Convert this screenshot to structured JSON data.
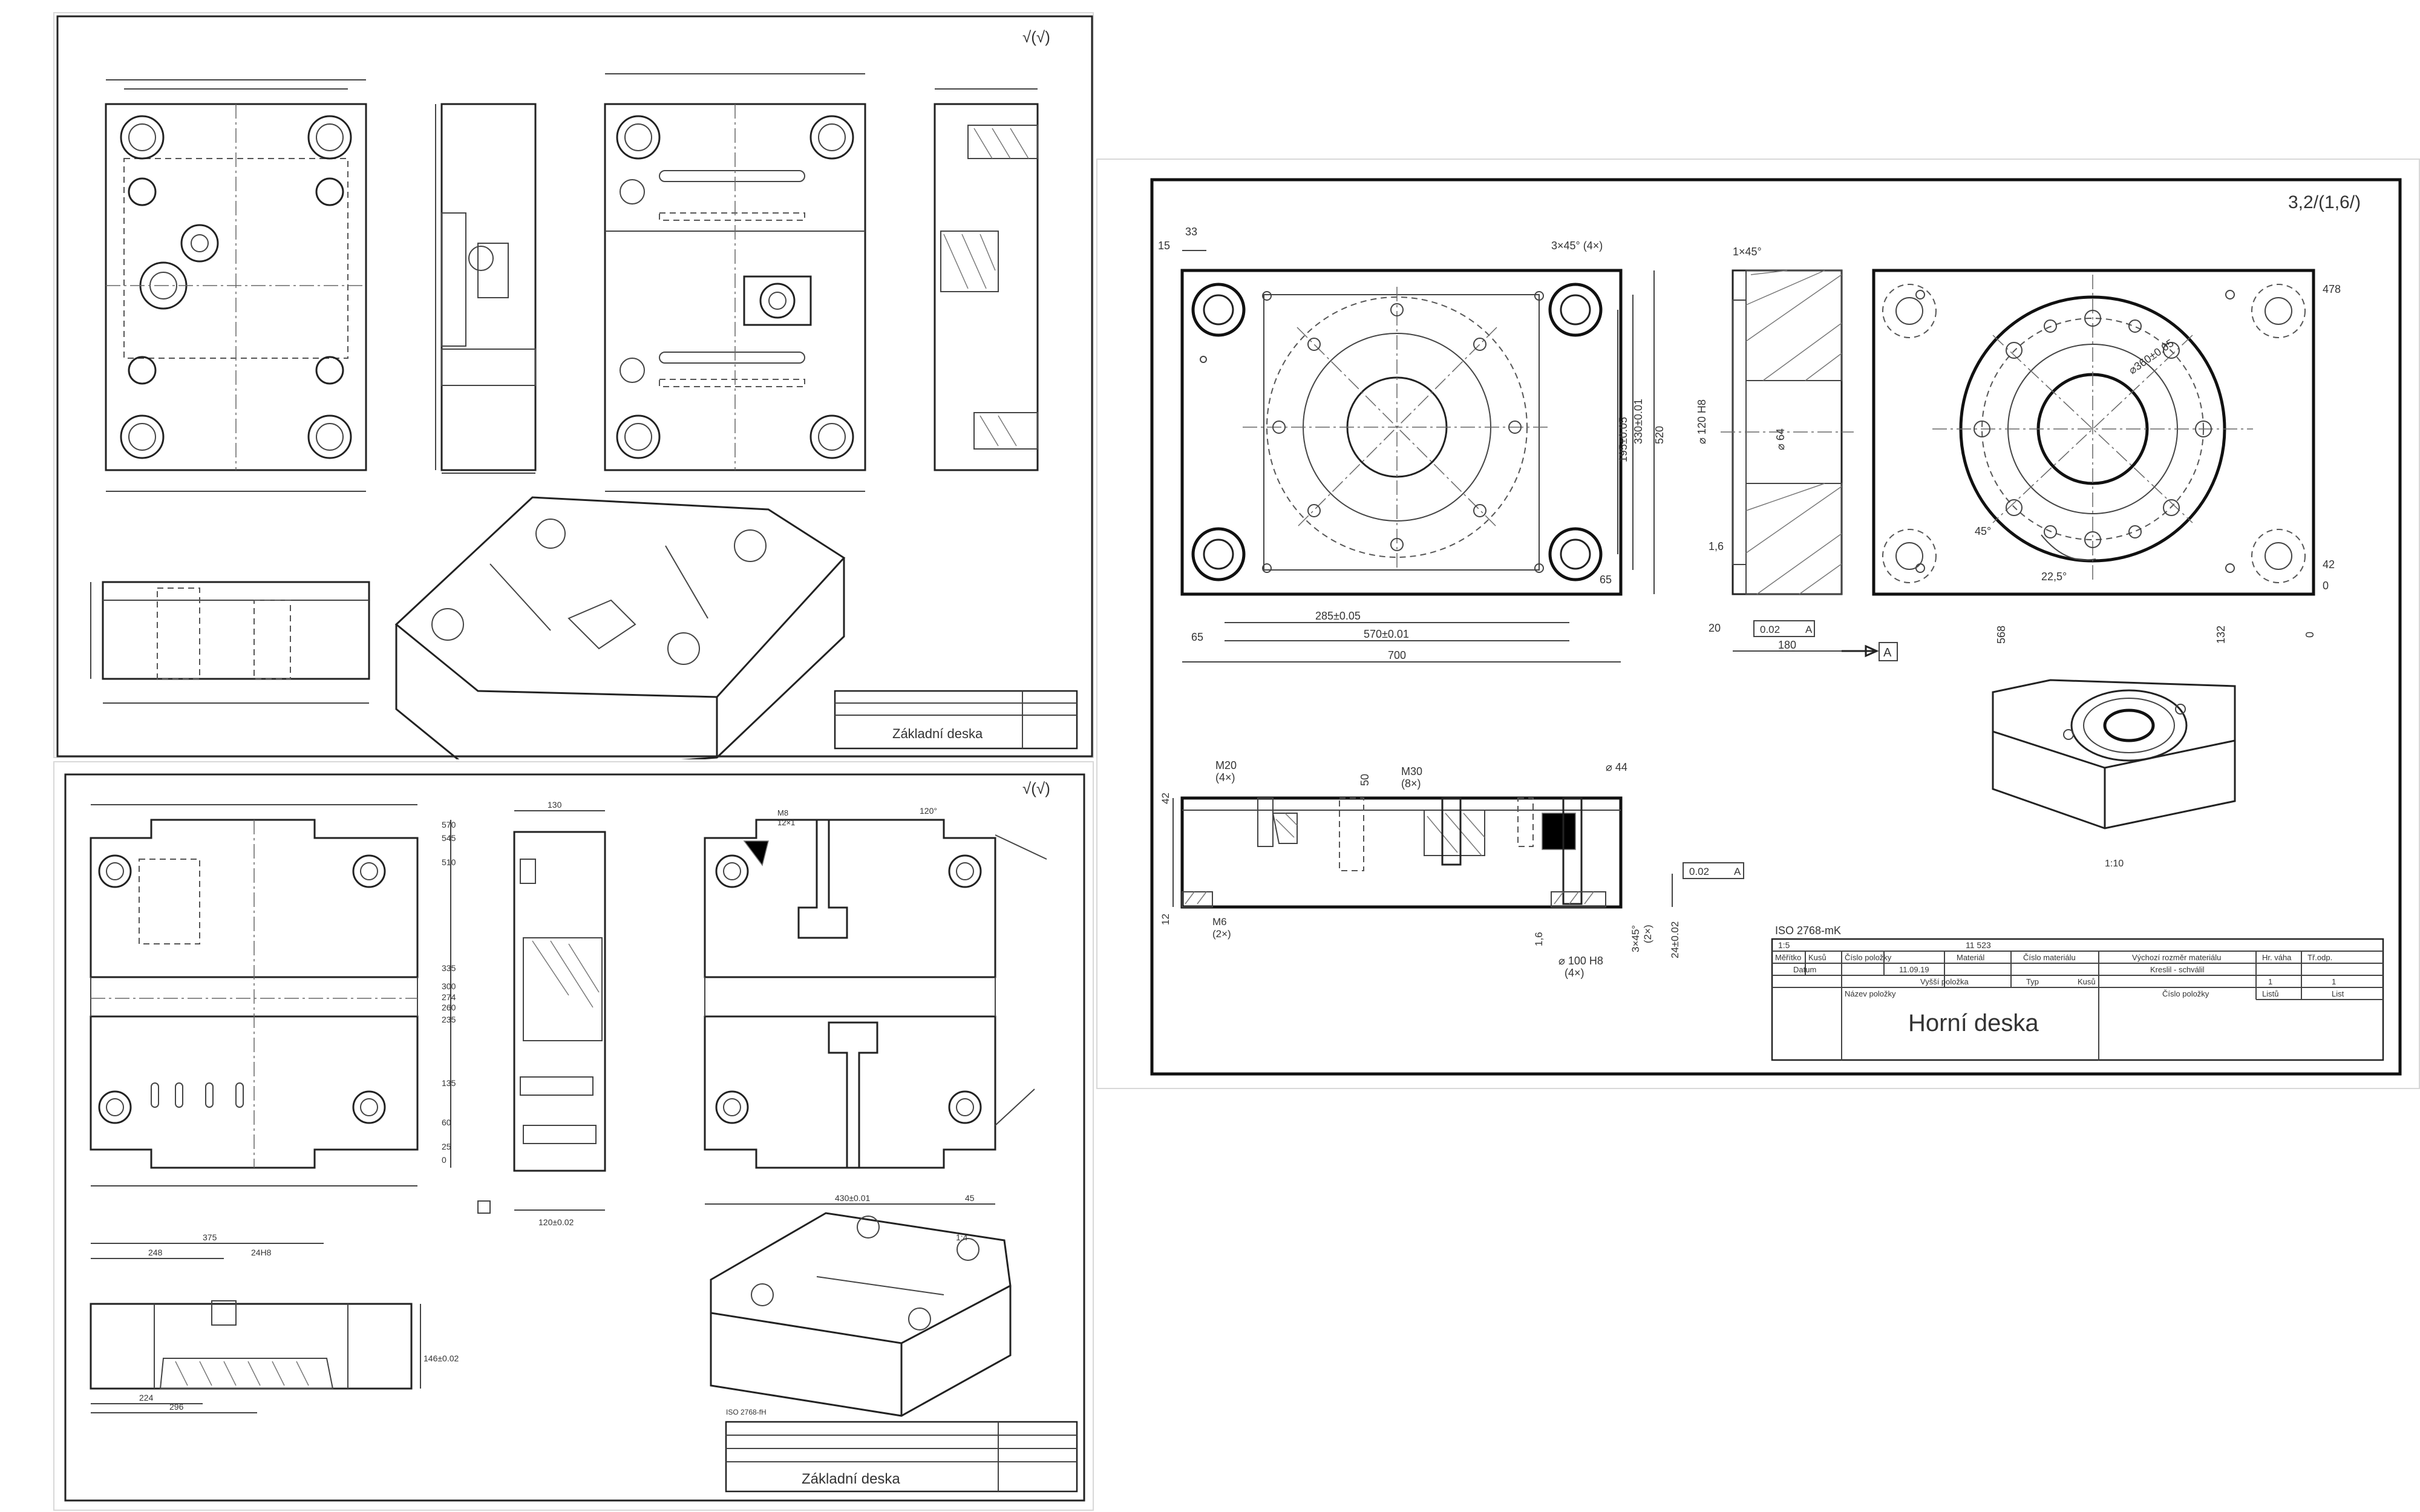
{
  "sheets": {
    "top_left": {
      "title": "Základní deska",
      "roughness": "√(√)"
    },
    "bottom_left": {
      "title": "Základní deska",
      "standard": "ISO 2768-fH",
      "roughness": "√(√)",
      "scale_iso": "1:4",
      "labels": {
        "d570": "570",
        "d545": "545",
        "d510": "510",
        "d335": "335",
        "d300": "300",
        "d274": "274",
        "d260": "260",
        "d235": "235",
        "d135": "135",
        "d60": "60",
        "d25": "25",
        "d0": "0",
        "d375": "375",
        "d248": "248",
        "d224": "224",
        "d296": "296",
        "d130": "130",
        "d45": "45",
        "d120deg": "120°",
        "dim_bottom": "430±0.01",
        "dim_2": "120±0.02",
        "dim_3": "146±0.02",
        "tag_m8": "M8",
        "tag_12x1": "12×1",
        "tag_24h8": "24H8"
      }
    },
    "right": {
      "title": "Horní deska",
      "standard": "ISO 2768-mK",
      "roughness": "3,2/(1,6/)",
      "scale_iso": "1:10",
      "datum": "A",
      "title_block": {
        "scale_label": "Měřítko",
        "qty_label": "Kusů",
        "sheets_label": "Číslo položky",
        "material_label": "Materiál",
        "material_value": "11 523",
        "material_no_label": "Číslo materiálu",
        "raw_size_label": "Výchozí rozměr materiálu",
        "date_label": "Datum",
        "date_value": "11.09.19",
        "drawn_label": "Kreslil - schválil",
        "weight_label": "Hr. váha",
        "class_label": "Tř.odp.",
        "item_name_label": "Název položky",
        "higher_item_label": "Vyšší položka",
        "type_label": "Typ",
        "item_no_label": "Číslo položky",
        "sheet_label": "List",
        "sheets_count_label": "Listů",
        "scale_value": "1:5",
        "count_value": "1",
        "sheet_value": "1"
      },
      "dims": {
        "d15": "15",
        "d33": "33",
        "chamfer": "3×45° (4×)",
        "chamfer2": "1×45°",
        "d520": "520",
        "d330": "330±0.01",
        "d195": "195±0.05",
        "d65": "65",
        "d285": "285±0.05",
        "d570": "570±0.01",
        "d700": "700",
        "d65b": "65",
        "d20": "20",
        "d180": "180",
        "tol1": "0.02",
        "tol_ref": "A",
        "phi_120h8": "⌀ 120 H8",
        "phi_64": "⌀ 64",
        "r16": "1,6",
        "d478": "478",
        "d42": "42",
        "d0": "0",
        "d568": "568",
        "d132": "132",
        "d0b": "0",
        "ang225": "22,5°",
        "ang45": "45°",
        "phi_360": "⌀360±0.05",
        "m20": "M20",
        "m20q": "(4×)",
        "m30": "M30",
        "m30q": "(8×)",
        "phi44": "⌀ 44",
        "d42b": "42",
        "d50": "50",
        "d12": "12",
        "m6": "M6",
        "m6q": "(2×)",
        "phi100": "⌀ 100 H8",
        "phi100q": "(4×)",
        "r16b": "1,6",
        "cham3": "3×45°",
        "cham3q": "(2×)",
        "d24": "24±0.02",
        "tol2": "0.02",
        "tol2_ref": "A"
      }
    }
  }
}
